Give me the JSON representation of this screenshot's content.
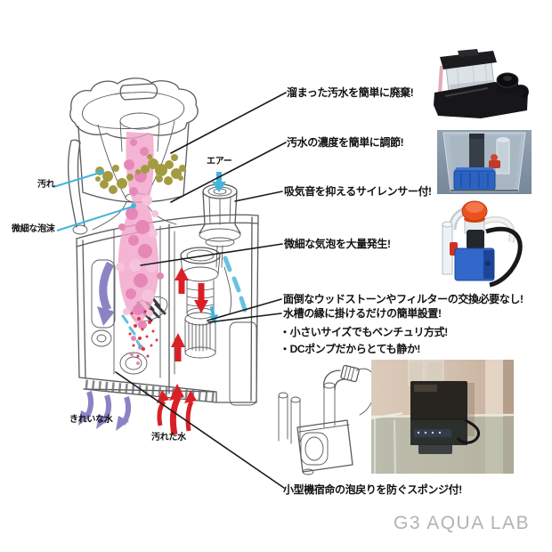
{
  "watermark": "G3 AQUA LAB",
  "colors": {
    "foam-pink": "#f0a3c8",
    "foam-pink-dark": "#e687b8",
    "foam-pink-light": "#f6c3dc",
    "waste-olive": "#a49b41",
    "clean-purple": "#8b84c4",
    "dirty-red": "#d92027",
    "air-cyan": "#43b4da",
    "line-gray": "#595a5c",
    "text-black": "#111111",
    "watermark-gray": "#b3b3b3"
  },
  "diagram": {
    "labels": {
      "dirt": "汚れ",
      "fine_foam": "微細な泡沫",
      "air": "エアー",
      "clean_water": "きれいな水",
      "dirty_water": "汚れた水"
    },
    "callouts": {
      "discard": "溜まった汚水を簡単に廃棄!",
      "adjust": "汚水の濃度を簡単に調節!",
      "silencer": "吸気音を抑えるサイレンサー付!",
      "bubbles": "微細な気泡を大量発生!",
      "no_replacement": "面倒なウッドストーンやフィルターの交換必要なし!",
      "easy_install": "水槽の縁に掛けるだけの簡単設置!",
      "sponge": "小型機宿命の泡戻りを防ぐスポンジ付!"
    },
    "bullets": {
      "venturi": "・小さいサイズでもベンチュリ方式!",
      "dc_pump": "・DCポンプだからとても静か!"
    }
  }
}
